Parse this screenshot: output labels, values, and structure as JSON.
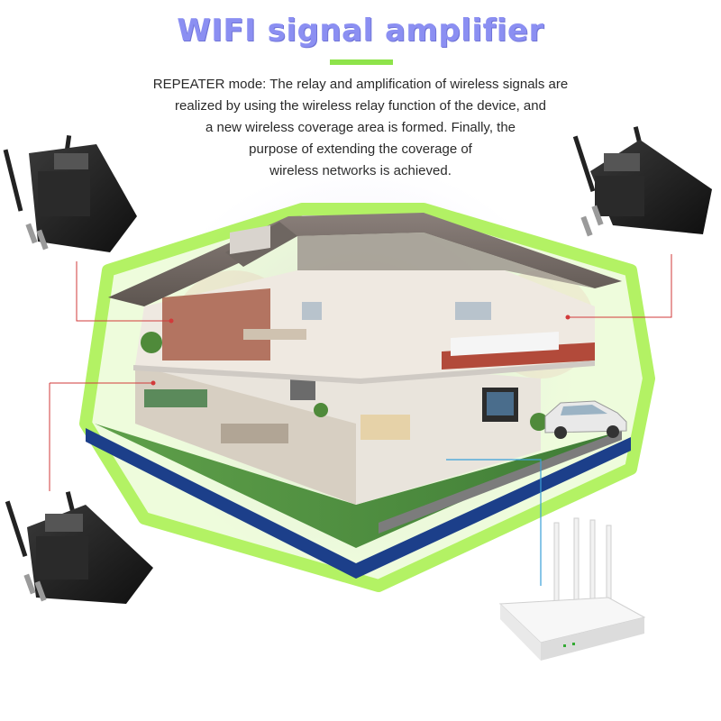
{
  "header": {
    "title": "WIFI signal amplifier"
  },
  "description": {
    "lines": [
      "REPEATER mode: The relay and amplification of wireless signals are",
      "realized by using the wireless relay function of the device, and",
      "a new wireless coverage area is formed. Finally, the",
      "purpose of extending the coverage of",
      "wireless networks is achieved."
    ]
  },
  "colors": {
    "title": "#8b8ff2",
    "accent_rule": "#8ee34a",
    "callout_line": "#d23a3a",
    "router_line": "#3aa0d8",
    "coverage_glow": "#a8f04a",
    "device_body": "#1e1e1e"
  },
  "icons": [
    "repeater-device-icon",
    "router-icon",
    "house-cutaway-illustration",
    "car-icon"
  ]
}
